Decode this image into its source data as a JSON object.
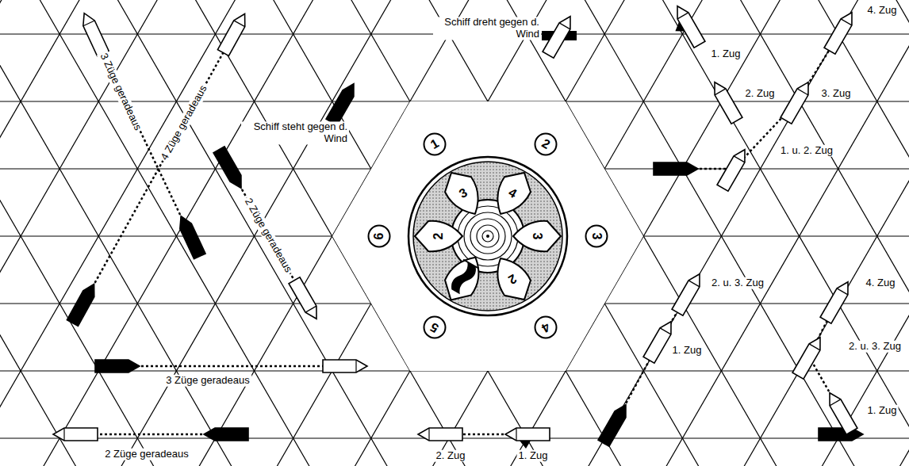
{
  "diagram": {
    "nodes": [
      {
        "text": [
          "1"
        ]
      },
      {
        "text": [
          "2"
        ]
      },
      {
        "text": [
          "3"
        ]
      },
      {
        "text": [
          "4"
        ]
      },
      {
        "text": [
          "6"
        ]
      },
      {
        "text": [
          "2"
        ]
      },
      {
        "text": [
          "3"
        ]
      },
      {
        "text": [
          "3"
        ]
      },
      {
        "text": [
          "2"
        ]
      },
      {
        "text": [
          "5"
        ]
      },
      {
        "text": [
          "4"
        ]
      }
    ],
    "labels": [
      "Schiff dreht gegen d. Wind",
      "Schiff steht gegen d. Wind",
      "3 Züge geradeaus",
      "4 Züge geradeaus",
      "2 Züge geradeaus",
      "3 Züge geradeaus",
      "2 Züge geradeaus",
      "2. Zug",
      "1. Zug",
      "1. Zug",
      "2. Zug",
      "4. Zug",
      "3. Zug",
      "1. u. 2. Zug",
      "2. u. 3. Zug",
      "4. Zug",
      "1. Zug",
      "2. u. 3. Zug",
      "1. Zug"
    ]
  }
}
